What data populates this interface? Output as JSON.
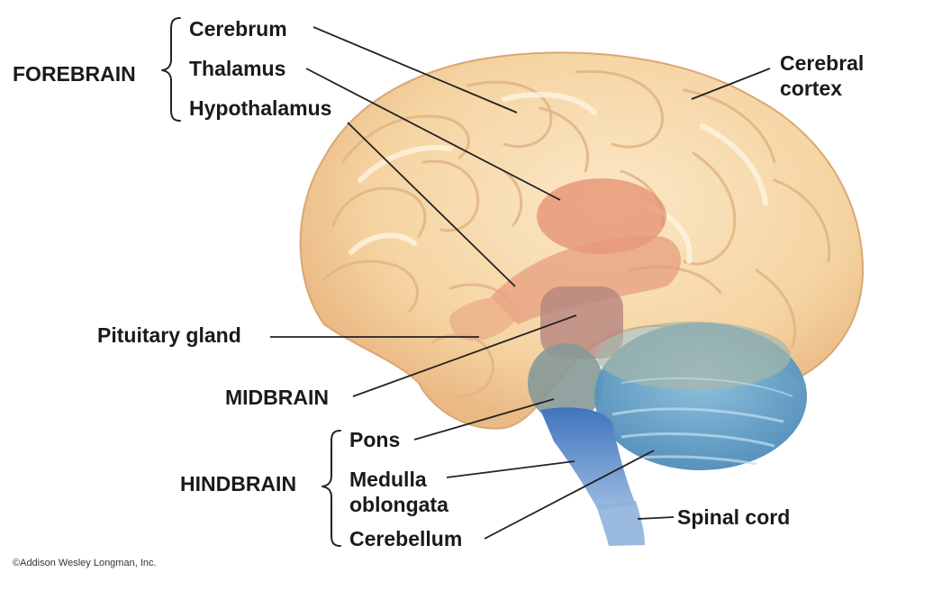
{
  "groups": {
    "forebrain": "FOREBRAIN",
    "midbrain": "MIDBRAIN",
    "hindbrain": "HINDBRAIN"
  },
  "labels": {
    "cerebrum": "Cerebrum",
    "thalamus": "Thalamus",
    "hypothalamus": "Hypothalamus",
    "cerebral_cortex_line1": "Cerebral",
    "cerebral_cortex_line2": "cortex",
    "pituitary_gland": "Pituitary gland",
    "pons": "Pons",
    "medulla_line1": "Medulla",
    "medulla_line2": "oblongata",
    "cerebellum": "Cerebellum",
    "spinal_cord": "Spinal cord"
  },
  "credit": "©Addison Wesley Longman, Inc.",
  "colors": {
    "cerebrum": "#f6d7a6",
    "cerebrum_outline": "#dcae7b",
    "thalamus": "#e79475",
    "hypothalamus": "#e6a07f",
    "midbrain": "#b98a86",
    "pons": "#8a9c9a",
    "cerebellum": "#6aa3c6",
    "brainstem": "#4a80c2",
    "spinal_cord": "#6f9bd2",
    "text": "#1a1a1a"
  }
}
